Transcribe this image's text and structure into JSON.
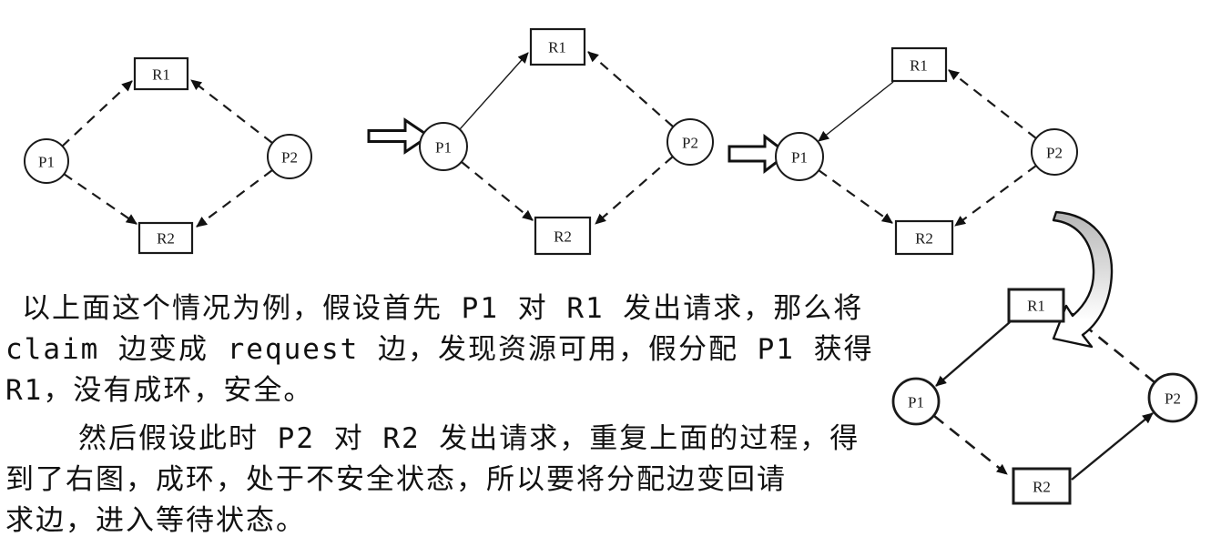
{
  "diagrams": [
    {
      "name": "initial-claim-graph",
      "nodes": {
        "p1": "P1",
        "p2": "P2",
        "r1": "R1",
        "r2": "R2"
      },
      "edges": [
        {
          "from": "P1",
          "to": "R1",
          "style": "dashed",
          "type": "claim"
        },
        {
          "from": "P2",
          "to": "R1",
          "style": "dashed",
          "type": "claim"
        },
        {
          "from": "P1",
          "to": "R2",
          "style": "dashed",
          "type": "claim"
        },
        {
          "from": "P2",
          "to": "R2",
          "style": "dashed",
          "type": "claim"
        }
      ]
    },
    {
      "name": "p1-requests-r1",
      "nodes": {
        "p1": "P1",
        "p2": "P2",
        "r1": "R1",
        "r2": "R2"
      },
      "pointer": "block-arrow-at-p1",
      "edges": [
        {
          "from": "P1",
          "to": "R1",
          "style": "solid",
          "type": "request"
        },
        {
          "from": "P2",
          "to": "R1",
          "style": "dashed",
          "type": "claim"
        },
        {
          "from": "P1",
          "to": "R2",
          "style": "dashed",
          "type": "claim"
        },
        {
          "from": "P2",
          "to": "R2",
          "style": "dashed",
          "type": "claim"
        }
      ]
    },
    {
      "name": "r1-allocated-to-p1",
      "nodes": {
        "p1": "P1",
        "p2": "P2",
        "r1": "R1",
        "r2": "R2"
      },
      "pointer": "block-arrow-at-p1",
      "edges": [
        {
          "from": "R1",
          "to": "P1",
          "style": "solid",
          "type": "allocation"
        },
        {
          "from": "P2",
          "to": "R1",
          "style": "dashed",
          "type": "claim"
        },
        {
          "from": "P1",
          "to": "R2",
          "style": "dashed",
          "type": "claim"
        },
        {
          "from": "P2",
          "to": "R2",
          "style": "dashed",
          "type": "claim"
        }
      ]
    },
    {
      "name": "unsafe-cycle-graph",
      "nodes": {
        "p1": "P1",
        "p2": "P2",
        "r1": "R1",
        "r2": "R2"
      },
      "pointer": "curved-arrow-at-r1",
      "edges": [
        {
          "from": "R1",
          "to": "P1",
          "style": "solid",
          "type": "allocation"
        },
        {
          "from": "R2",
          "to": "P2",
          "style": "solid",
          "type": "allocation"
        },
        {
          "from": "P1",
          "to": "R2",
          "style": "dashed",
          "type": "claim"
        },
        {
          "from": "P2",
          "to": "R1",
          "style": "dashed",
          "type": "request"
        }
      ]
    }
  ],
  "text": {
    "lines": [
      "以上面这个情况为例，假设首先 P1 对 R1 发出请求，那么将",
      "claim 边变成 request 边，发现资源可用，假分配 P1 获得",
      "R1，没有成环，安全。",
      "然后假设此时 P2 对 R2 发出请求，重复上面的过程，得",
      "到了右图，成环，处于不安全状态，所以要将分配边变回请",
      "求边，进入等待状态。"
    ]
  },
  "colors": {
    "ink": "#111111",
    "swoosh_gray": "#b6b6b6",
    "background": "#ffffff"
  }
}
